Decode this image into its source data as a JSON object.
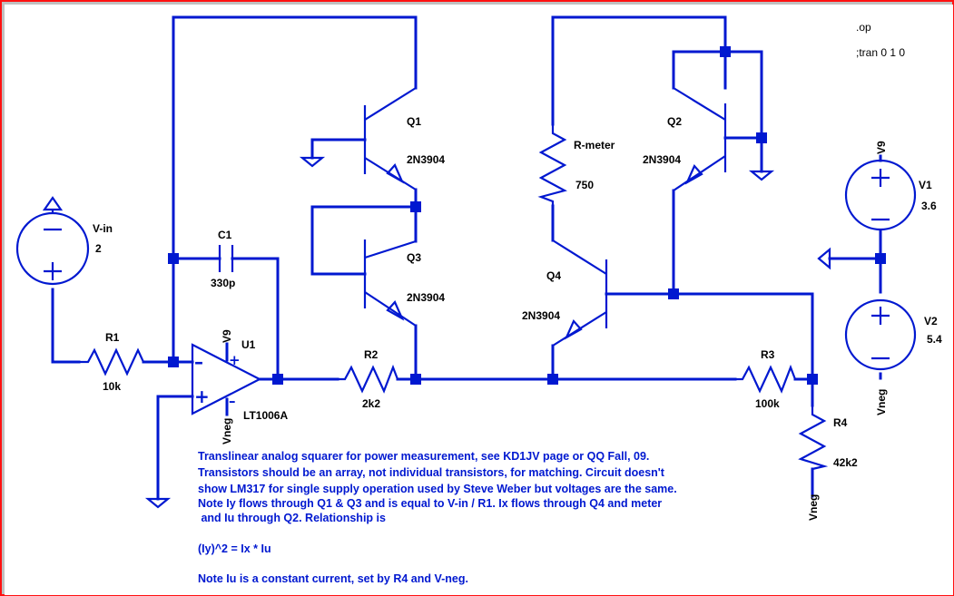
{
  "directives": {
    "op": ".op",
    "tran": ";tran 0 1 0"
  },
  "components": {
    "q1": {
      "ref": "Q1",
      "model": "2N3904"
    },
    "q2": {
      "ref": "Q2",
      "model": "2N3904"
    },
    "q3": {
      "ref": "Q3",
      "model": "2N3904"
    },
    "q4": {
      "ref": "Q4",
      "model": "2N3904"
    },
    "r_meter": {
      "ref": "R-meter",
      "value": "750"
    },
    "r1": {
      "ref": "R1",
      "value": "10k"
    },
    "r2": {
      "ref": "R2",
      "value": "2k2"
    },
    "r3": {
      "ref": "R3",
      "value": "100k"
    },
    "r4": {
      "ref": "R4",
      "value": "42k2"
    },
    "c1": {
      "ref": "C1",
      "value": "330p"
    },
    "u1": {
      "ref": "U1",
      "model": "LT1006A"
    },
    "vin": {
      "ref": "V-in",
      "value": "2"
    },
    "v1": {
      "ref": "V1",
      "value": "3.6"
    },
    "v2": {
      "ref": "V2",
      "value": "5.4"
    }
  },
  "nets": {
    "v9_u1": "V9",
    "vneg_u1": "Vneg",
    "v9_v1": "V9",
    "vneg_v2": "Vneg",
    "vneg_r4": "Vneg"
  },
  "opamp_marks": {
    "minus": "–",
    "plus": "+",
    "sup_plus": "+",
    "sup_minus": "–"
  },
  "notes": [
    "Translinear analog squarer for power measurement, see KD1JV page or QQ Fall, 09.",
    "Transistors should be an array, not individual transistors, for matching.  Circuit doesn't",
    "show LM317 for single supply operation used by Steve Weber but voltages are the same.",
    "Note Iy flows through Q1 & Q3 and is equal to V-in / R1.  Ix flows through Q4 and meter",
    " and Iu through Q2. Relationship is",
    "",
    "(Iy)^2 = Ix * Iu",
    "",
    "Note Iu is a constant current, set by R4 and V-neg."
  ],
  "colors": {
    "wire": "#0018d0",
    "frame": "#ff1010",
    "text": "#000000"
  }
}
